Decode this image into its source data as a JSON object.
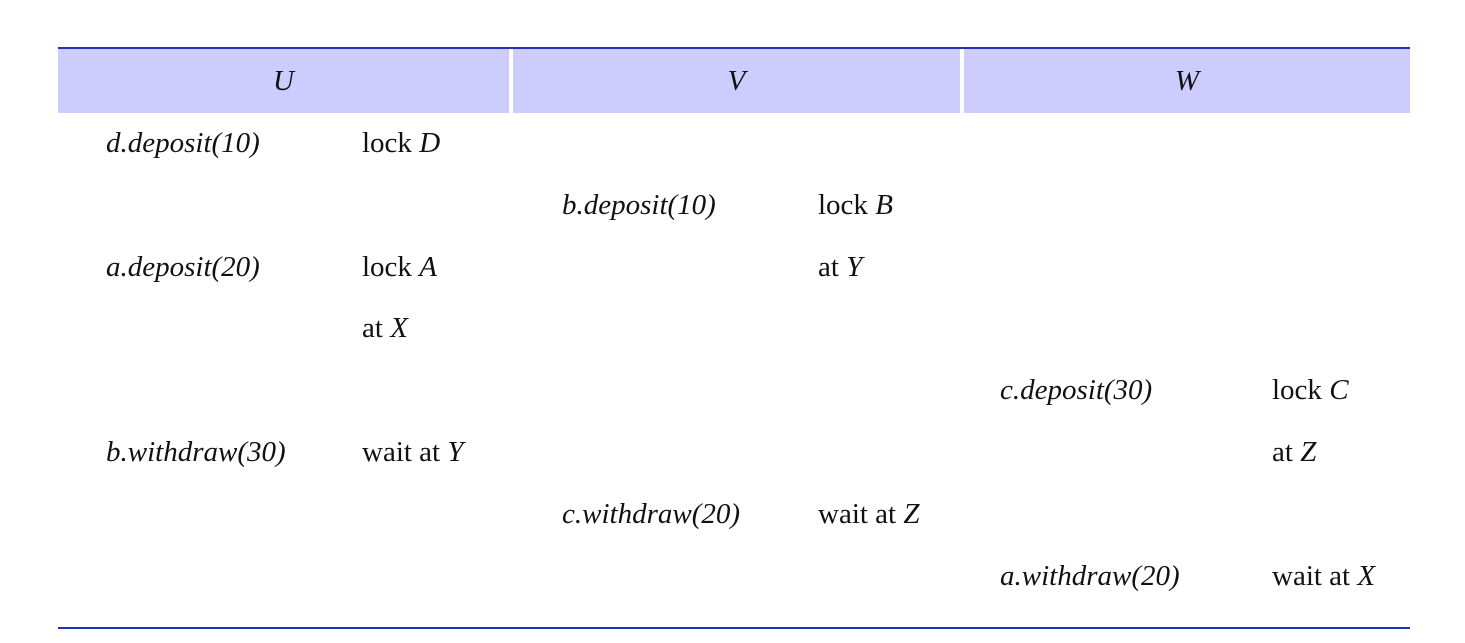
{
  "headers": [
    "U",
    "V",
    "W"
  ],
  "rows": [
    {
      "u": {
        "op": "d.deposit(10)",
        "pre": "lock ",
        "var": "D"
      }
    },
    {
      "v": {
        "op": "b.deposit(10)",
        "pre": "lock ",
        "var": "B"
      }
    },
    {
      "u": {
        "op": "a.deposit(20)",
        "pre": "lock ",
        "var": "A"
      },
      "v": {
        "op": "",
        "pre": "at ",
        "var": "Y"
      }
    },
    {
      "u": {
        "op": "",
        "pre": "at ",
        "var": "X"
      }
    },
    {
      "w": {
        "op": "c.deposit(30)",
        "pre": "lock ",
        "var": "C"
      }
    },
    {
      "u": {
        "op": "b.withdraw(30)",
        "pre": "wait at ",
        "var": "Y"
      },
      "w": {
        "op": "",
        "pre": "at ",
        "var": "Z"
      }
    },
    {
      "v": {
        "op": "c.withdraw(20)",
        "pre": "wait at ",
        "var": "Z"
      }
    },
    {
      "w": {
        "op": "a.withdraw(20)",
        "pre": "wait at ",
        "var": "X"
      }
    }
  ]
}
